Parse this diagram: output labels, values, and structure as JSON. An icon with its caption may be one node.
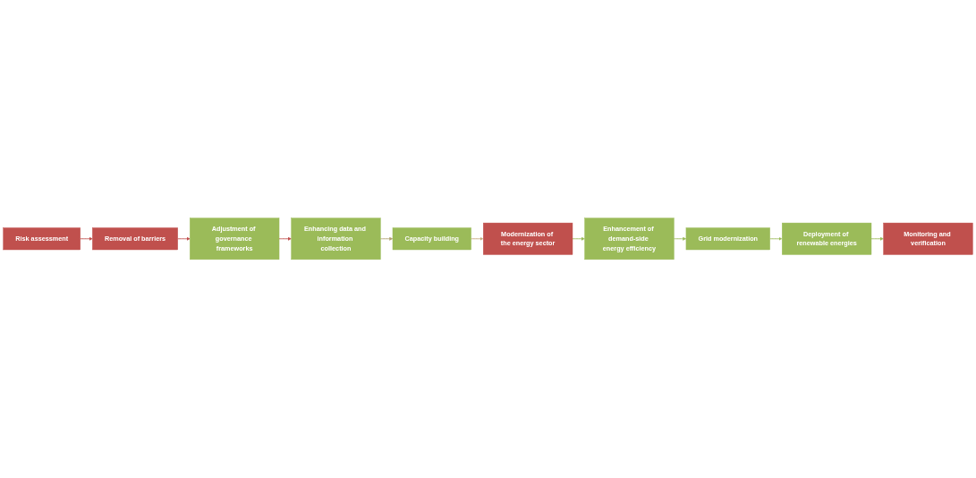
{
  "diagram": {
    "nodes": [
      {
        "text": [
          "Risk assessment"
        ]
      },
      {
        "text": [
          "Removal of barriers"
        ]
      },
      {
        "text": [
          "Adjustment of governance frameworks"
        ]
      },
      {
        "text": [
          "Enhancing data and information collection"
        ]
      },
      {
        "text": [
          "Capacity building"
        ]
      },
      {
        "text": [
          "Modernization of the energy sector"
        ]
      },
      {
        "text": [
          "Enhancement of demand-side energy efficiency"
        ]
      },
      {
        "text": [
          "Grid modernization"
        ]
      },
      {
        "text": [
          "Deployment of renewable energies"
        ]
      },
      {
        "text": [
          "Monitoring and verification"
        ]
      }
    ],
    "edges": [
      {
        "from": 0,
        "to": 1,
        "arrow": "to",
        "color": "#c0504d"
      },
      {
        "from": 1,
        "to": 2,
        "arrow": "to",
        "color": "#c0504d"
      },
      {
        "from": 2,
        "to": 3,
        "arrow": "to",
        "color": "#c0504d"
      },
      {
        "from": 3,
        "to": 4,
        "arrow": "to",
        "color": "#b0a070"
      },
      {
        "from": 4,
        "to": 5,
        "arrow": "to",
        "color": "#c4a77a"
      },
      {
        "from": 5,
        "to": 6,
        "arrow": "to"
      },
      {
        "from": 6,
        "to": 7,
        "arrow": "to"
      },
      {
        "from": 7,
        "to": 8,
        "arrow": "to"
      },
      {
        "from": 8,
        "to": 9,
        "arrow": "to"
      }
    ]
  }
}
